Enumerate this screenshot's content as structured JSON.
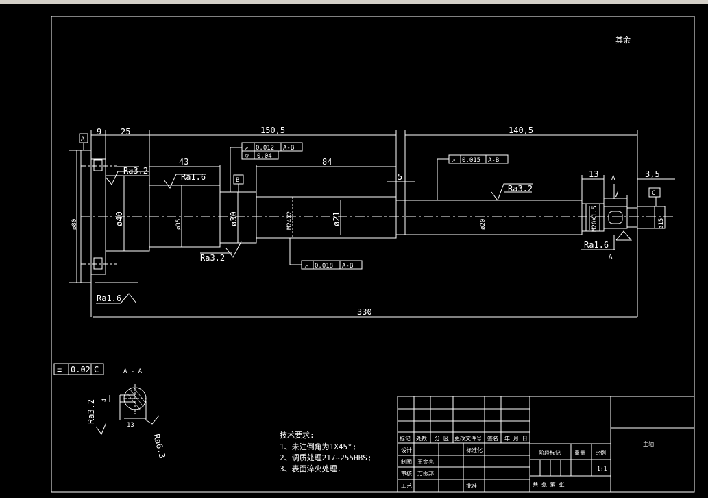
{
  "corner_note": "其余",
  "title_block_part_name": "主轴",
  "dimensions": {
    "d9": "9",
    "d25": "25",
    "d150_5": "150,5",
    "d140_5": "140,5",
    "d43": "43",
    "d84": "84",
    "d5": "5",
    "d13": "13",
    "d7": "7",
    "d3_5": "3,5",
    "d330": "330",
    "phi40": "ø40",
    "phi35": "ø35",
    "phi30": "ø30",
    "m24": "M24X2",
    "phi21": "ø21",
    "phi20": "ø20",
    "m20": "M20X1.5",
    "phi15": "ø15",
    "phi80": "ø80"
  },
  "datums": {
    "a": "A",
    "b": "B",
    "c": "C"
  },
  "roughness": {
    "r1": "Ra3.2",
    "r2": "Ra1.6",
    "r3": "Ra3.2",
    "r4": "Ra1.6",
    "r5": "Ra3.2",
    "r6": "Ra1.6",
    "r7": "Ra3.2",
    "r8": "Ra6.3"
  },
  "tolerances": {
    "t1_value": "0.012",
    "t1_ref": "A-B",
    "t2_value": "0.04",
    "t3_value": "0.015",
    "t3_ref": "A-B",
    "t4_value": "0.018",
    "t4_ref": "A-B",
    "t5_value": "0.02",
    "t5_ref": "C"
  },
  "section": {
    "label": "A - A",
    "arrow_a": "A",
    "width_dim": "13",
    "depth_dim": "4"
  },
  "tech_notes": {
    "title": "技术要求:",
    "items": [
      "1、未注倒角为1X45°;",
      "2、调质处理217~255HBS;",
      "3、表面淬火处理."
    ]
  },
  "title_block": {
    "row_labels": [
      "标记",
      "处数",
      "分 区",
      "更改文件号",
      "签名",
      "年 月 日"
    ],
    "design": "设计",
    "standardize": "标准化",
    "draw": "制图",
    "drawer": "王金亮",
    "check": "审核",
    "checker": "万振邦",
    "craft": "工艺",
    "approve": "批准",
    "stage_mark": "阶段标记",
    "weight": "重量",
    "scale": "比例",
    "scale_value": "1:1",
    "sheets": "共  张 第  张"
  },
  "colors": {
    "line": "#ffffff",
    "background": "#000000",
    "toolbar": "#d4d0c8"
  }
}
